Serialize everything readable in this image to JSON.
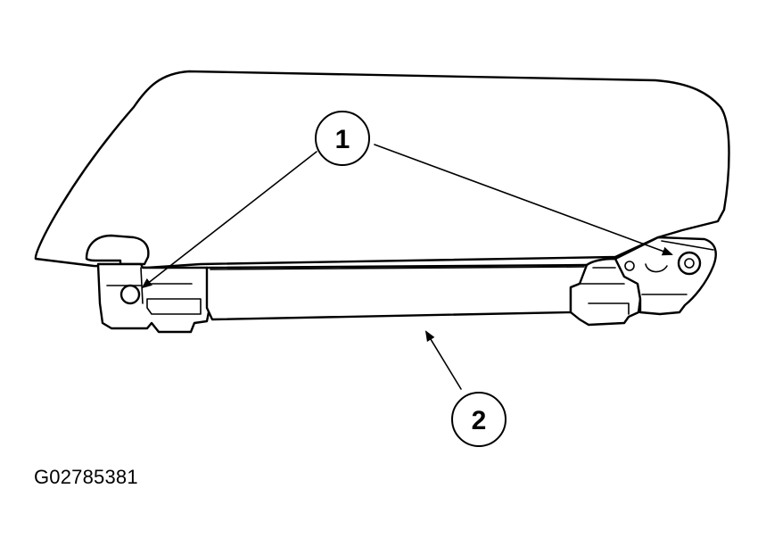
{
  "diagram": {
    "callouts": [
      {
        "label": "1"
      },
      {
        "label": "2"
      }
    ],
    "figure_id": "G02785381"
  }
}
